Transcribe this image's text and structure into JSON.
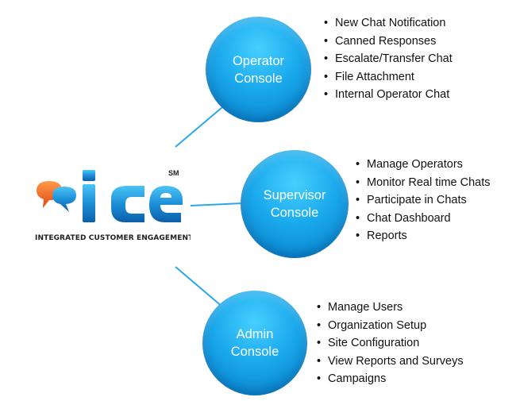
{
  "logo": {
    "wordmark": "ice",
    "mark": "SM",
    "tagline": "INTEGRATED CUSTOMER ENGAGEMENT"
  },
  "consoles": [
    {
      "title_line1": "Operator",
      "title_line2": "Console",
      "features": [
        "New Chat Notification",
        "Canned Responses",
        "Escalate/Transfer Chat",
        "File Attachment",
        "Internal Operator Chat"
      ]
    },
    {
      "title_line1": "Supervisor",
      "title_line2": "Console",
      "features": [
        "Manage Operators",
        "Monitor Real time Chats",
        "Participate in Chats",
        "Chat Dashboard",
        "Reports"
      ]
    },
    {
      "title_line1": "Admin",
      "title_line2": "Console",
      "features": [
        "Manage Users",
        "Organization Setup",
        "Site Configuration",
        "View Reports and Surveys",
        "Campaigns"
      ]
    }
  ],
  "colors": {
    "bubble": "#1aa9ec",
    "connector": "#29a9e8",
    "logo_blue": "#1c8fd8",
    "logo_orange": "#f26522"
  }
}
